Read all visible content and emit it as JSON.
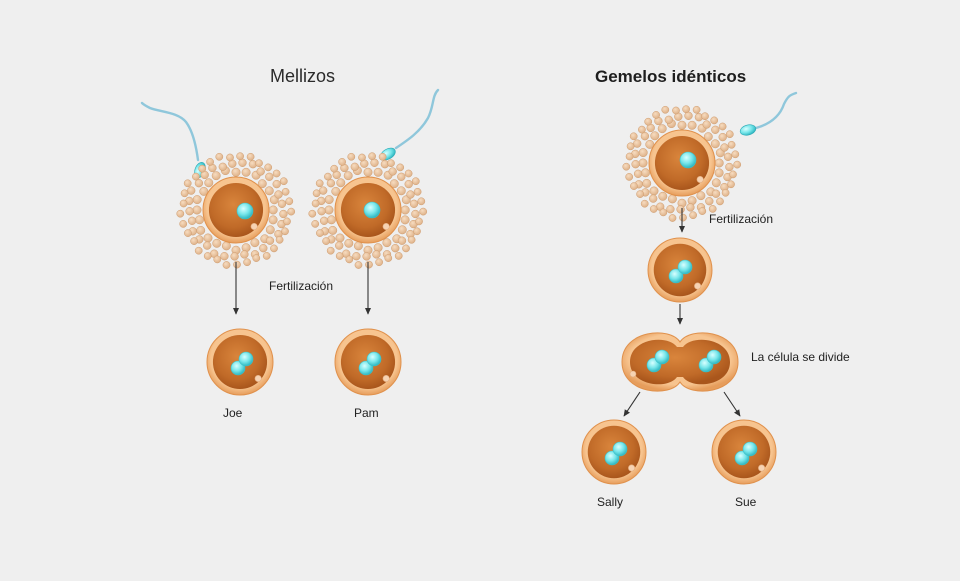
{
  "left_panel": {
    "title": "Mellizos",
    "step_label": "Fertilización",
    "twin_a_name": "Joe",
    "twin_b_name": "Pam"
  },
  "right_panel": {
    "title": "Gemelos idénticos",
    "step1_label": "Fertilización",
    "step2_label": "La célula se divide",
    "twin_a_name": "Sally",
    "twin_b_name": "Sue"
  },
  "colors": {
    "background": "#efefef",
    "cell_rim": "#f4b680",
    "cell_body": "#c8742f",
    "nucleus": "#6fe3e8",
    "corona": "#ecc6a1",
    "sperm_tail": "#8fc7db",
    "arrow": "#333333"
  }
}
